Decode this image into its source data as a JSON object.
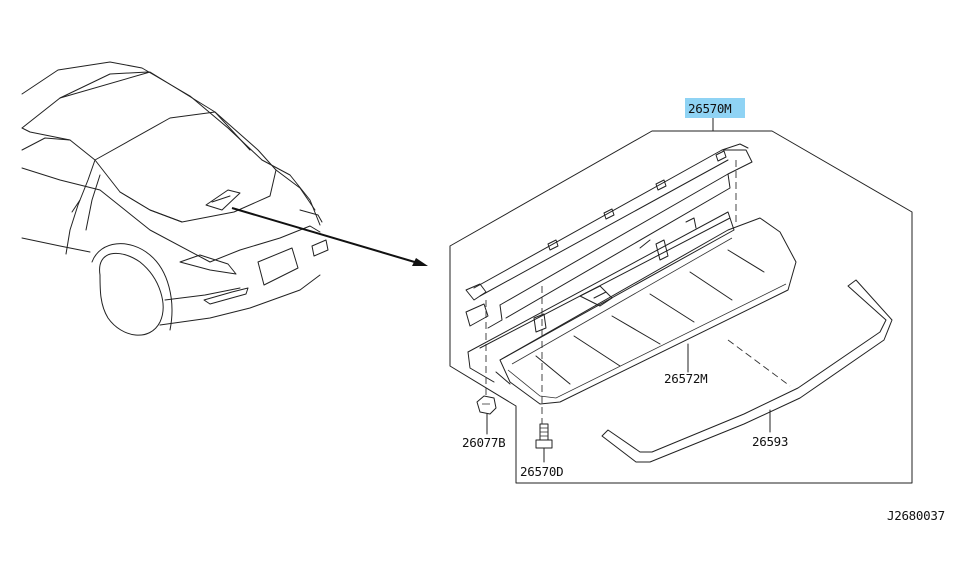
{
  "diagram_id": "J2680037",
  "parts": {
    "assembly": "26570M",
    "lens": "26572M",
    "gasket": "26593",
    "nut": "26077B",
    "bolt": "26570D"
  },
  "colors": {
    "highlight": "#8fd3f4",
    "line": "#222222"
  }
}
